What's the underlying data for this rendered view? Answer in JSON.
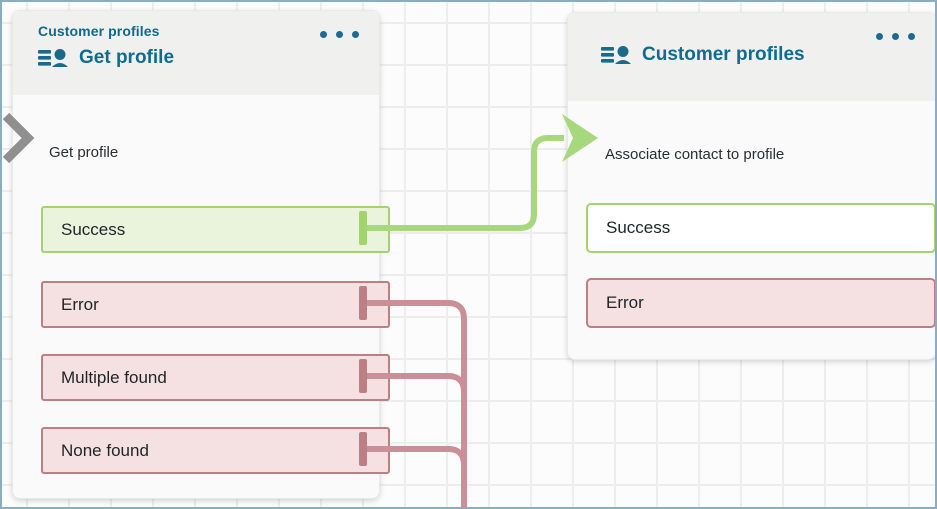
{
  "canvas": {
    "name": "contact-flow-editor-canvas"
  },
  "left_block": {
    "category": "Customer profiles",
    "title": "Get profile",
    "action_label": "Get profile",
    "menu_icon": "ellipsis-icon",
    "entry_icon": "chevron-right-icon",
    "type_icon": "customer-profiles-icon",
    "branches": [
      {
        "label": "Success",
        "type": "success",
        "connected": true
      },
      {
        "label": "Error",
        "type": "error",
        "connected": true
      },
      {
        "label": "Multiple found",
        "type": "error",
        "connected": true
      },
      {
        "label": "None found",
        "type": "error",
        "connected": true
      }
    ]
  },
  "right_block": {
    "title": "Customer profiles",
    "action_label": "Associate contact to profile",
    "menu_icon": "ellipsis-icon",
    "entry_icon": "arrow-right-icon",
    "type_icon": "customer-profiles-icon",
    "branches": [
      {
        "label": "Success",
        "type": "success",
        "connected": false
      },
      {
        "label": "Error",
        "type": "error",
        "connected": false
      }
    ]
  },
  "connections": [
    {
      "from": "Get profile / Success",
      "to": "Customer profiles (Associate contact to profile)",
      "color": "#a8d87d"
    },
    {
      "from": "Get profile / Error",
      "to": "off-canvas (below)",
      "color": "#cb8f97"
    },
    {
      "from": "Get profile / Multiple found",
      "to": "off-canvas (below)",
      "color": "#cb8f97"
    },
    {
      "from": "Get profile / None found",
      "to": "off-canvas (below)",
      "color": "#cb8f97"
    }
  ],
  "colors": {
    "accent_teal": "#0d6c8f",
    "success_fill": "#eaf3dc",
    "success_border": "#a2d36c",
    "success_connector": "#a8d87d",
    "error_fill": "#f5e1e2",
    "error_border": "#bc7f84",
    "error_connector": "#cb8f97",
    "header_bg": "#f0f1ef",
    "entry_chevron_gray": "#8f8f8f",
    "canvas_border": "#8badc2"
  }
}
